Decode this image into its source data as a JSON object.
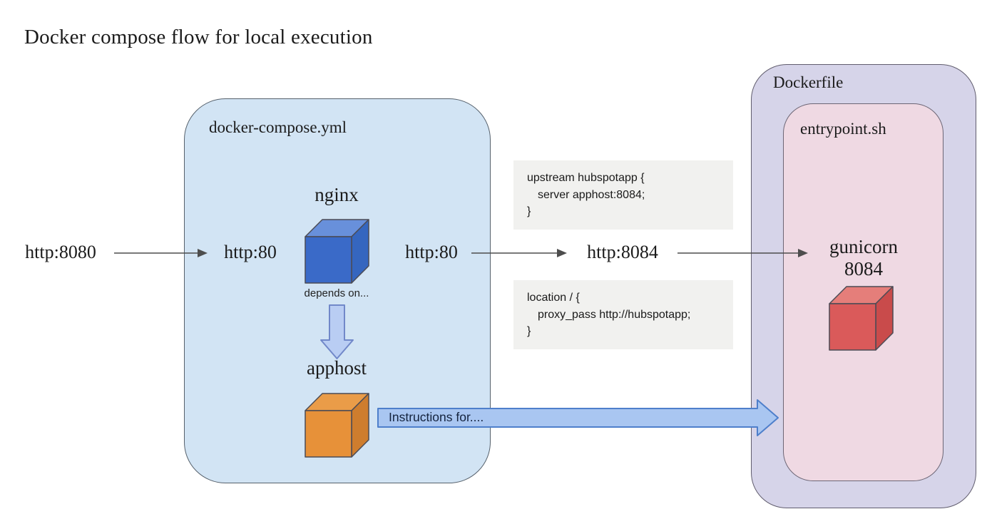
{
  "title": "Docker compose flow for local execution",
  "compose_box": {
    "label": "docker-compose.yml",
    "nginx": {
      "name": "nginx",
      "port_in": "http:80",
      "port_out": "http:80",
      "depends_label": "depends on..."
    },
    "apphost": {
      "name": "apphost"
    }
  },
  "external": {
    "incoming_port": "http:8080",
    "proxied_port": "http:8084"
  },
  "nginx_conf": {
    "upstream_block": {
      "line1": "upstream hubspotapp {",
      "line2": "server apphost:8084;",
      "line3": "}"
    },
    "location_block": {
      "line1": "location / {",
      "line2": "proxy_pass http://hubspotapp;",
      "line3": "}"
    }
  },
  "dockerfile_box": {
    "label": "Dockerfile",
    "entrypoint": {
      "label": "entrypoint.sh",
      "process": "gunicorn",
      "port": "8084"
    }
  },
  "instructions_arrow": {
    "label": "Instructions for...."
  },
  "colors": {
    "compose_box_fill": "#d2e4f4",
    "dockerfile_box_fill": "#d6d4e9",
    "entrypoint_box_fill": "#efd9e3",
    "code_block_bg": "#f1f1ef",
    "nginx_cube_front": "#3a6ac8",
    "nginx_cube_top": "#6890db",
    "nginx_cube_right": "#3566bf",
    "apphost_cube_front": "#e79139",
    "apphost_cube_top": "#ea9c48",
    "apphost_cube_right": "#ce7d2e",
    "gunicorn_cube_front": "#da5a5a",
    "gunicorn_cube_top": "#e57e7a",
    "gunicorn_cube_right": "#c94b4b",
    "block_arrow_fill": "#a9c6f1",
    "block_arrow_stroke": "#4e7fcb",
    "thin_arrow_color": "#4d4d4d"
  }
}
